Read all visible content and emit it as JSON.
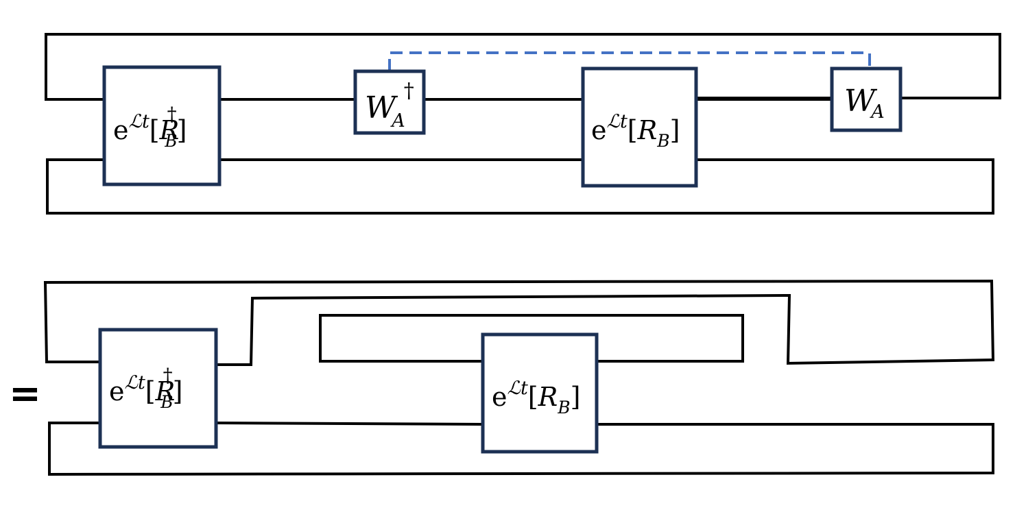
{
  "colors": {
    "wire": "#000000",
    "box_border": "#1d3154",
    "dashed_link": "#4472c4"
  },
  "equals_sign": "=",
  "top_row": {
    "box1": {
      "e": "e",
      "sup": "ℒt",
      "open": "[",
      "sym": "R",
      "sub": "B",
      "dagger": "†",
      "close": "]"
    },
    "box2": {
      "sym": "W",
      "sub": "A",
      "dagger": "†"
    },
    "box3": {
      "e": "e",
      "sup": "ℒt",
      "open": "[",
      "sym": "R",
      "sub": "B",
      "close": "]"
    },
    "box4": {
      "sym": "W",
      "sub": "A"
    }
  },
  "bottom_row": {
    "box1": {
      "e": "e",
      "sup": "ℒt",
      "open": "[",
      "sym": "R",
      "sub": "B",
      "dagger": "†",
      "close": "]"
    },
    "box2": {
      "e": "e",
      "sup": "ℒt",
      "open": "[",
      "sym": "R",
      "sub": "B",
      "close": "]"
    }
  }
}
